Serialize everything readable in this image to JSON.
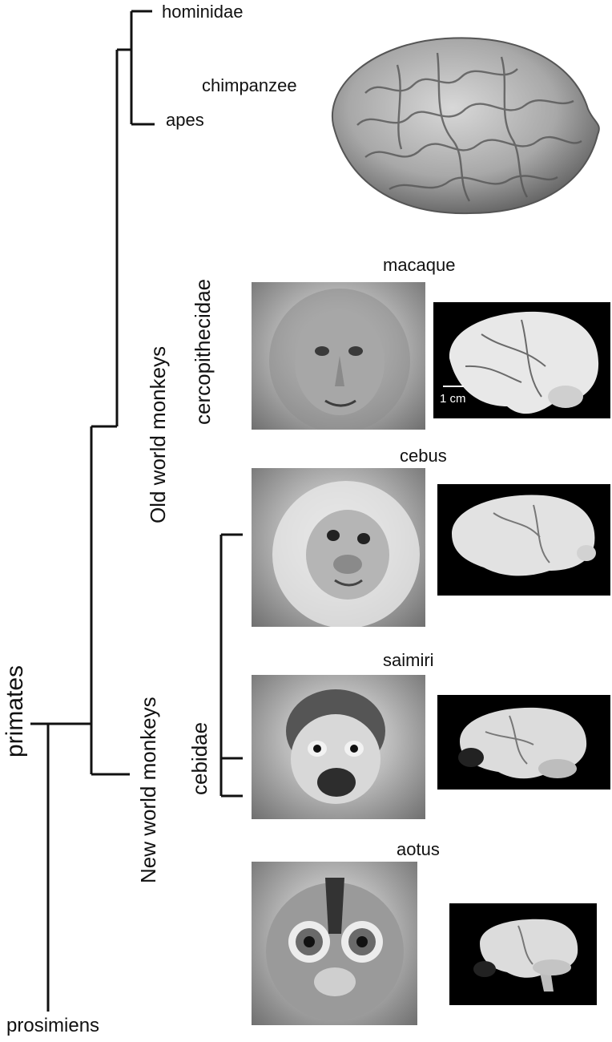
{
  "tree": {
    "root_label": "primates",
    "outgroup_label": "prosimiens",
    "old_world_label": "Old world monkeys",
    "new_world_label": "New world monkeys",
    "cercopithecidae_label": "cercopithecidae",
    "cebidae_label": "cebidae",
    "hominidae_label": "hominidae",
    "apes_label": "apes"
  },
  "species": [
    {
      "name": "chimpanzee"
    },
    {
      "name": "macaque",
      "scale_label": "1 cm"
    },
    {
      "name": "cebus"
    },
    {
      "name": "saimiri"
    },
    {
      "name": "aotus"
    }
  ],
  "colors": {
    "line": "#111111",
    "brain_panel_bg": "#000000",
    "page_bg": "#ffffff"
  }
}
